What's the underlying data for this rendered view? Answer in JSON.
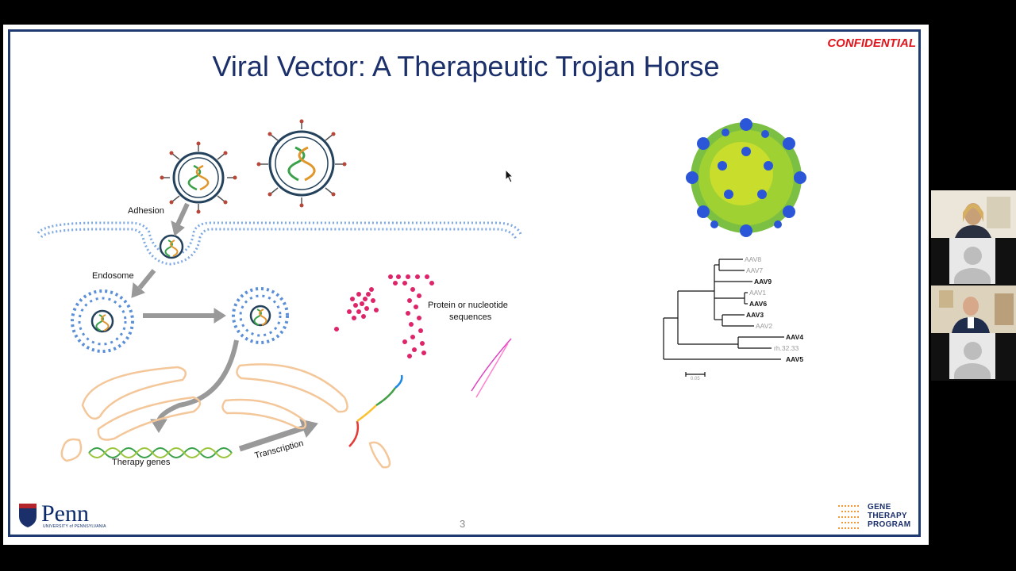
{
  "slide": {
    "confidential": "CONFIDENTIAL",
    "title": "Viral Vector: A Therapeutic Trojan Horse",
    "page_number": "3"
  },
  "diagram": {
    "adhesion": "Adhesion",
    "endosome": "Endosome",
    "protein_label_line1": "Protein or nucleotide",
    "protein_label_line2": "sequences",
    "therapy_genes": "Therapy genes",
    "transcription": "Transcription"
  },
  "phylogeny": {
    "labels": [
      "AAV8",
      "AAV7",
      "AAV9",
      "AAV1",
      "AAV6",
      "AAV3",
      "AAV2",
      "AAV4",
      "rh.32.33",
      "AAV5"
    ],
    "scale": "0.05"
  },
  "logos": {
    "penn_name": "Penn",
    "penn_sub": "UNIVERSITY of PENNSYLVANIA",
    "gtp_line1": "GENE",
    "gtp_line2": "THERAPY",
    "gtp_line3": "PROGRAM"
  },
  "colors": {
    "title": "#1b2f6b",
    "confidential": "#e0151b",
    "border": "#1f3a70"
  }
}
